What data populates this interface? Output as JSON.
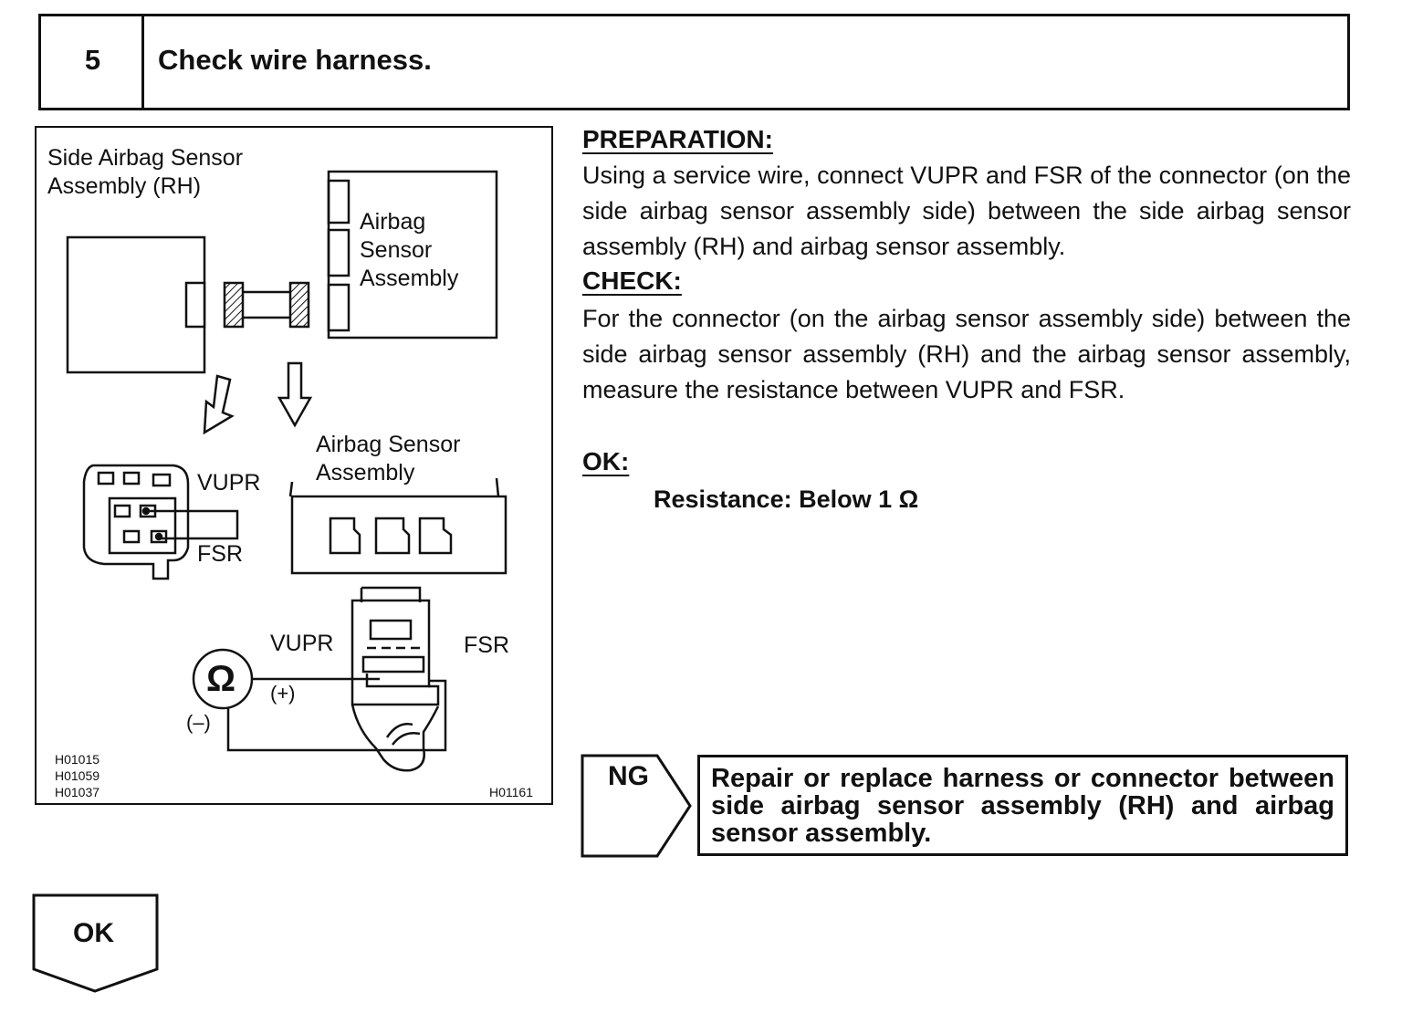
{
  "step": {
    "number": "5",
    "title": "Check wire harness."
  },
  "figure": {
    "side_sensor_label": "Side Airbag Sensor\nAssembly (RH)",
    "airbag_sensor_label_top": "Airbag\nSensor\nAssembly",
    "airbag_sensor_label_bottom": "Airbag Sensor\nAssembly",
    "vupr_label_1": "VUPR",
    "fsr_label_1": "FSR",
    "vupr_label_2": "VUPR",
    "fsr_label_2": "FSR",
    "ohm_symbol": "Ω",
    "plus_label": "(+)",
    "minus_label": "(–)",
    "code_1": "H01015",
    "code_2": "H01059",
    "code_3": "H01037",
    "code_4": "H01161"
  },
  "preparation": {
    "heading": "PREPARATION:",
    "text": "Using a service wire, connect VUPR and FSR of the connector (on the side airbag sensor assembly side) between the side airbag sensor assembly (RH) and airbag sensor assembly."
  },
  "check": {
    "heading": "CHECK:",
    "text": "For the connector (on the airbag sensor assembly side) between the side airbag sensor assembly (RH) and the airbag sensor assembly, measure the resistance between VUPR and FSR."
  },
  "ok": {
    "heading": "OK:",
    "spec": "Resistance: Below 1 Ω"
  },
  "ng": {
    "label": "NG",
    "action": "Repair or replace harness or connector between side airbag sensor assembly (RH) and airbag sensor assembly."
  },
  "ok_flow": {
    "label": "OK"
  }
}
